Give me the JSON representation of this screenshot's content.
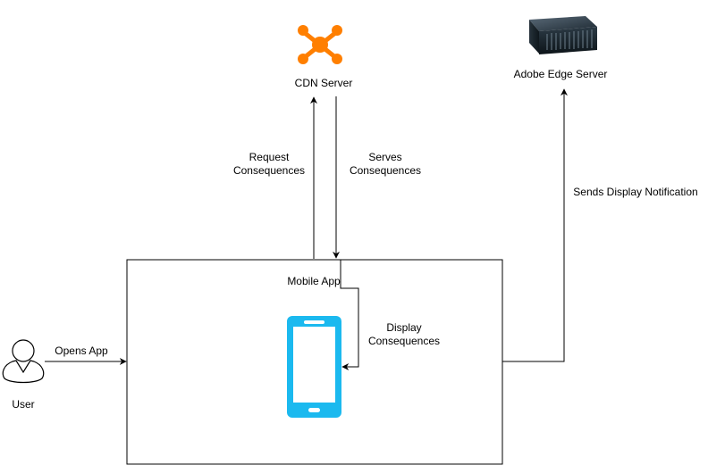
{
  "diagram": {
    "nodes": {
      "cdn_server": {
        "label": "CDN Server",
        "icon": "network-hub-icon",
        "color": "#FF7F00"
      },
      "edge_server": {
        "label": "Adobe Edge Server",
        "icon": "server-icon"
      },
      "user": {
        "label": "User",
        "icon": "user-icon"
      },
      "mobile_app": {
        "label": "Mobile App",
        "icon": "smartphone-icon",
        "color": "#1BB9EF"
      }
    },
    "edges": {
      "opens_app": {
        "label": "Opens App",
        "from": "user",
        "to": "mobile_app"
      },
      "request": {
        "line1": "Request",
        "line2": "Consequences",
        "from": "mobile_app",
        "to": "cdn_server"
      },
      "serves": {
        "line1": "Serves",
        "line2": "Consequences",
        "from": "cdn_server",
        "to": "mobile_app"
      },
      "display": {
        "line1": "Display",
        "line2": "Consequences",
        "from": "mobile_app",
        "to": "mobile_app"
      },
      "notify": {
        "label": "Sends Display Notification",
        "from": "mobile_app",
        "to": "edge_server"
      }
    }
  }
}
